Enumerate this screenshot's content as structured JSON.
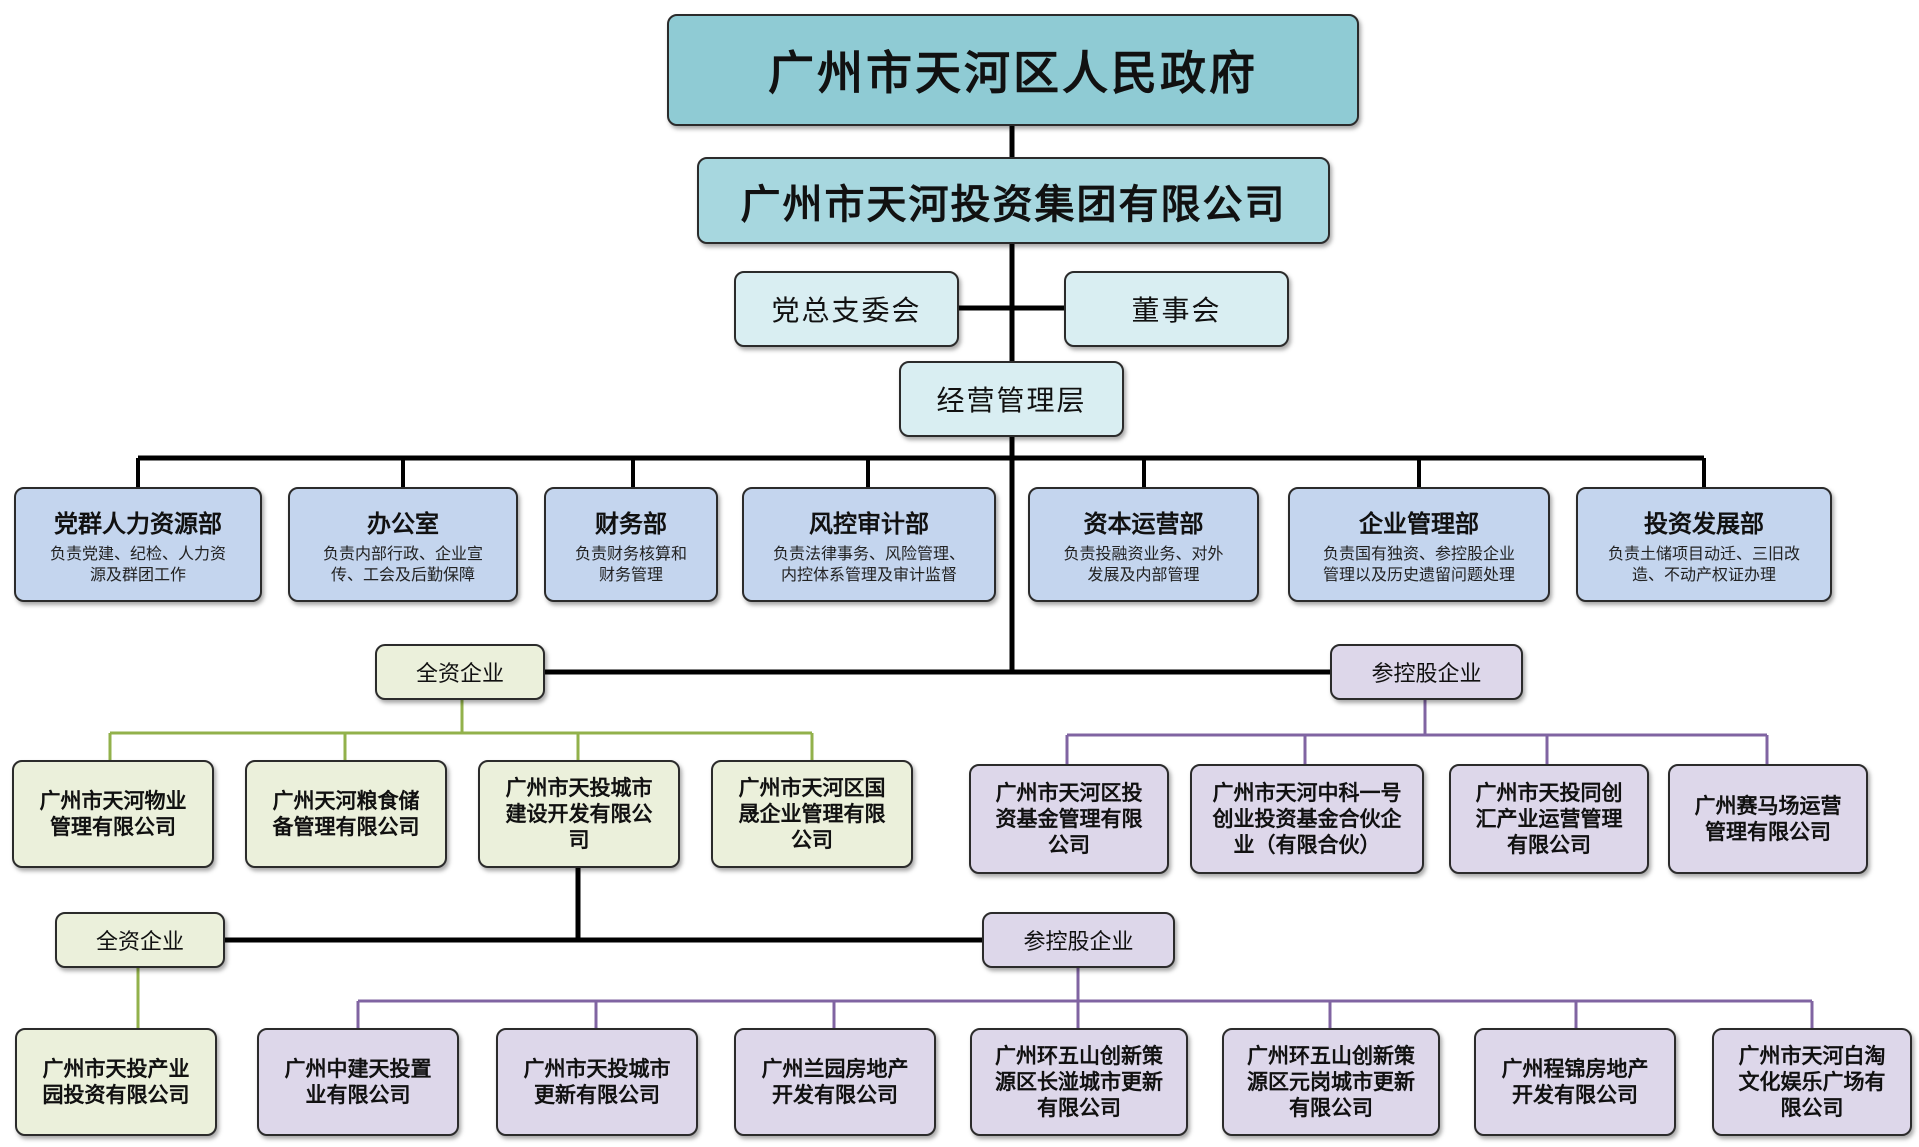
{
  "org": {
    "government": "广州市天河区人民政府",
    "group_company": "广州市天河投资集团有限公司",
    "party_committee": "党总支委会",
    "board": "董事会",
    "management": "经营管理层",
    "departments": [
      {
        "name": "党群人力资源部",
        "desc": "负责党建、纪检、人力资\n源及群团工作"
      },
      {
        "name": "办公室",
        "desc": "负责内部行政、企业宣\n传、工会及后勤保障"
      },
      {
        "name": "财务部",
        "desc": "负责财务核算和\n财务管理"
      },
      {
        "name": "风控审计部",
        "desc": "负责法律事务、风险管理、\n内控体系管理及审计监督"
      },
      {
        "name": "资本运营部",
        "desc": "负责投融资业务、对外\n发展及内部管理"
      },
      {
        "name": "企业管理部",
        "desc": "负责国有独资、参控股企业\n管理以及历史遗留问题处理"
      },
      {
        "name": "投资发展部",
        "desc": "负责土储项目动迁、三旧改\n造、不动产权证办理"
      }
    ],
    "tier1": {
      "wholly_owned_label": "全资企业",
      "holding_label": "参控股企业",
      "wholly_owned": [
        "广州市天河物业\n管理有限公司",
        "广州天河粮食储\n备管理有限公司",
        "广州市天投城市\n建设开发有限公\n司",
        "广州市天河区国\n晟企业管理有限\n公司"
      ],
      "holding": [
        "广州市天河区投\n资基金管理有限\n公司",
        "广州市天河中科一号\n创业投资基金合伙企\n业（有限合伙）",
        "广州市天投同创\n汇产业运营管理\n有限公司",
        "广州赛马场运营\n管理有限公司"
      ]
    },
    "tier2": {
      "wholly_owned_label": "全资企业",
      "holding_label": "参控股企业",
      "wholly_owned": [
        "广州市天投产业\n园投资有限公司"
      ],
      "holding": [
        "广州中建天投置\n业有限公司",
        "广州市天投城市\n更新有限公司",
        "广州兰园房地产\n开发有限公司",
        "广州环五山创新策\n源区长湴城市更新\n有限公司",
        "广州环五山创新策\n源区元岗城市更新\n有限公司",
        "广州程锦房地产\n开发有限公司",
        "广州市天河白淘\n文化娱乐广场有\n限公司"
      ]
    }
  },
  "colors": {
    "wholly_owned_line": "#92b14b",
    "holding_line": "#8064a2",
    "main_line": "#000000"
  }
}
